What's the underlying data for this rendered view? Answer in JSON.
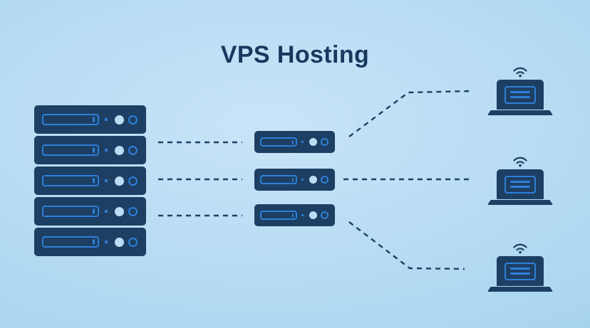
{
  "title": "VPS Hosting",
  "colors": {
    "bg_center": "#c9e4f8",
    "bg_mid": "#aed7f1",
    "bg_edge": "#96c7ea",
    "navy": "#1d3f63",
    "accent": "#2e80d9",
    "led_fill": "#bcdcf5",
    "text": "#17395e"
  },
  "diagram": {
    "host_rack": {
      "icon": "server-rack-icon",
      "unit_count": 5
    },
    "vps_servers": {
      "icon": "server-icon",
      "unit_count": 3
    },
    "clients": {
      "icon": "laptop-wifi-icon",
      "unit_count": 3
    },
    "connections": {
      "style": "dashed",
      "rack_to_vps_lines": 3,
      "vps_to_client_lines": 3
    }
  }
}
